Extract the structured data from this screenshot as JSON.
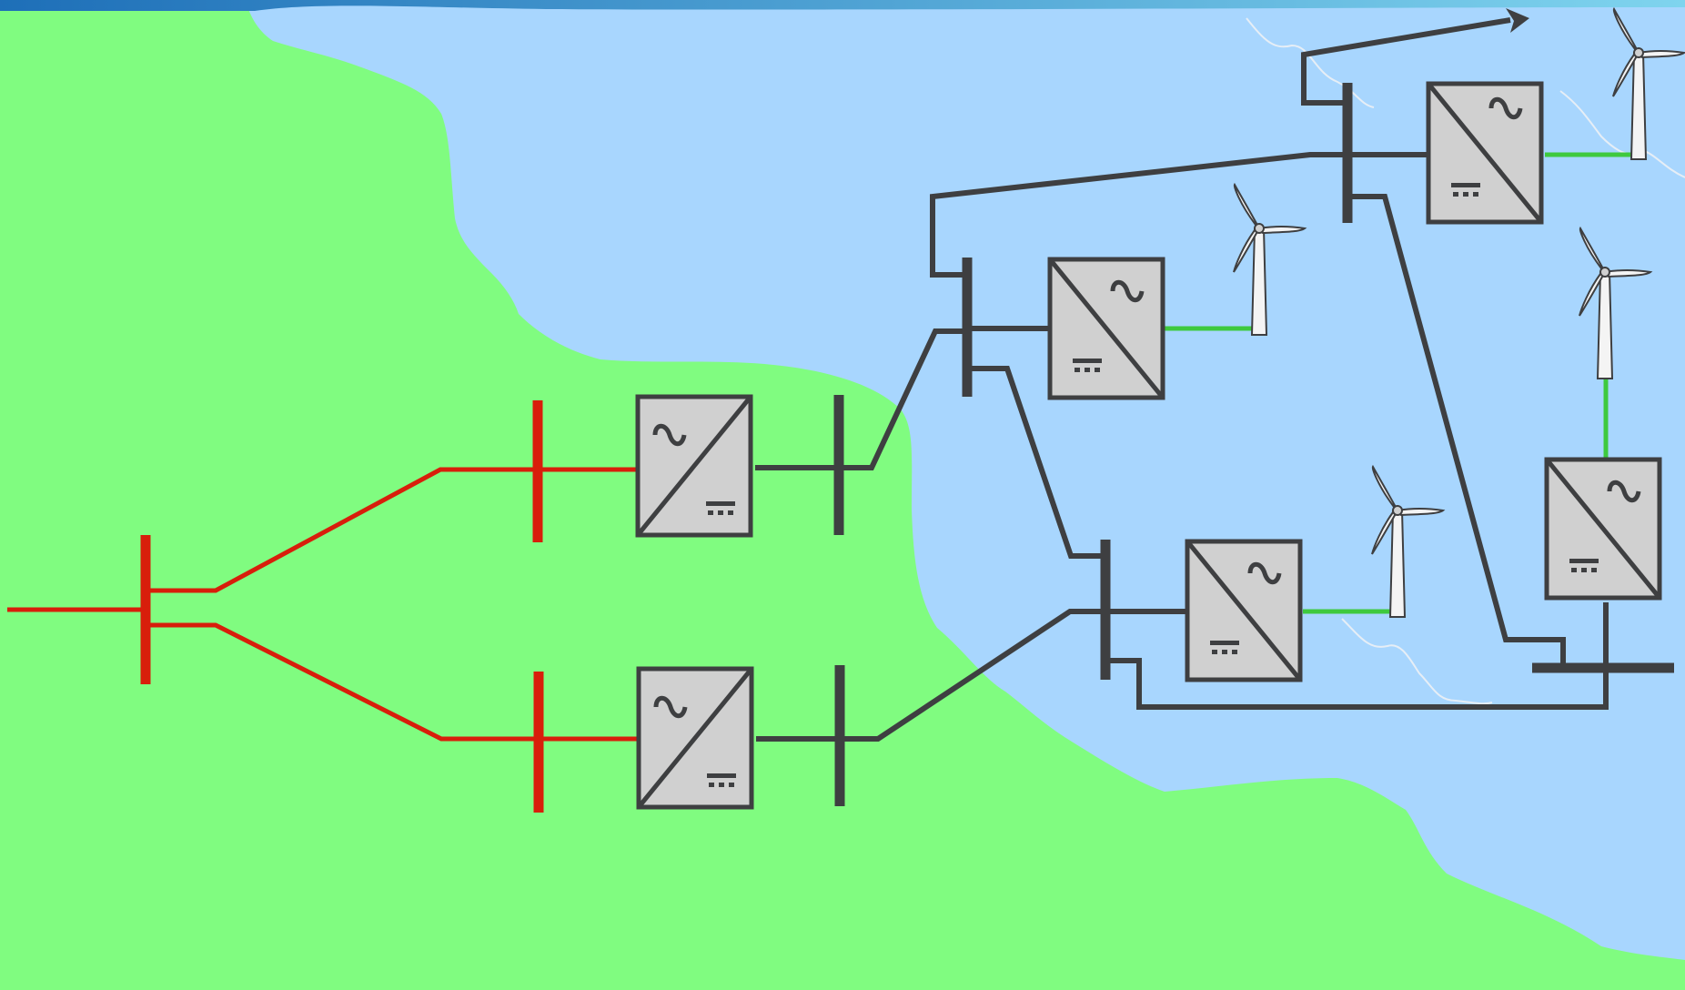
{
  "colors": {
    "land": "#80fc80",
    "sea": "#a8d6fe",
    "ac_line": "#d81e0b",
    "dc_line": "#3e3f41",
    "turbine_link": "#3ec93e",
    "converter_fill": "#d0d0d0",
    "converter_stroke": "#3e3f41",
    "turbine_fill": "#f4f4f4",
    "wave": "#e6eef6",
    "top_bar_start": "#1e6fb8",
    "top_bar_end": "#7fd4ee"
  },
  "diagram": {
    "onshore_ac_buses": 3,
    "onshore_dc_buses": 2,
    "offshore_dc_buses": 4,
    "converters": 6,
    "wind_turbines": 4,
    "icons": {
      "ac_symbol": "sine-wave-icon",
      "dc_symbol": "dc-symbol-icon",
      "turbine": "wind-turbine-icon",
      "arrow": "arrowhead-icon"
    }
  }
}
